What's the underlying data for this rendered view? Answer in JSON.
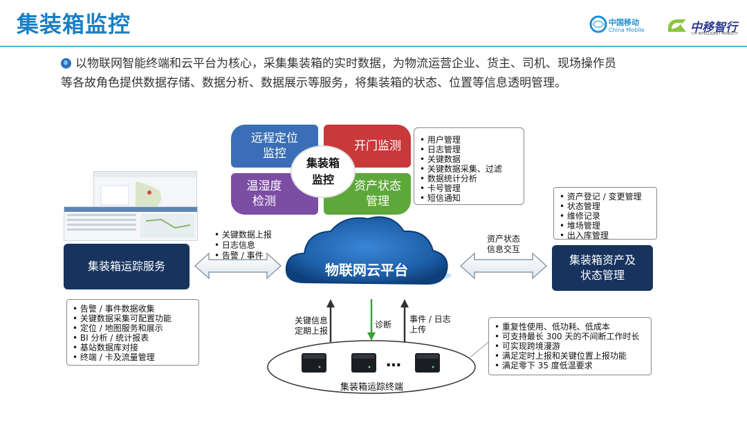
{
  "header": {
    "title": "集装箱监控",
    "logo_cmcc_cn": "中国移动",
    "logo_cmcc_en": "China Mobile",
    "logo_zx_cn": "中移智行",
    "logo_zx_en": "CM INTELLIGENT MOBILITY"
  },
  "intro": {
    "line1": "以物联网智能终端和云平台为核心，采集集装箱的实时数据，为物流运营企业、货主、司机、现场操作员",
    "line2": "等各故角色提供数据存储、数据分析、数据展示等服务，将集装箱的状态、位置等信息透明管理。"
  },
  "quadrants": {
    "q1": [
      "远程定位",
      "监控"
    ],
    "q2": "开门监测",
    "q3": [
      "温湿度",
      "检测"
    ],
    "q4": [
      "资产状态",
      "管理"
    ],
    "center": [
      "集装箱",
      "监控"
    ]
  },
  "platform_features": [
    "用户管理",
    "日志管理",
    "关键数据",
    "关键数据采集、过滤",
    "数据统计分析",
    "卡号管理",
    "短信通知"
  ],
  "asset_features": [
    "资产登记 / 变更管理",
    "状态管理",
    "维修记录",
    "堆场管理",
    "出入库管理"
  ],
  "tracking_service": {
    "label": "集装箱运踪服务",
    "features": [
      "告警 / 事件数据收集",
      "关键数据采集可配置功能",
      "定位 / 地图服务和展示",
      "BI 分析 / 统计报表",
      "基站数据库对接",
      "终端 / 卡及流量管理"
    ]
  },
  "asset_mgmt": {
    "label": [
      "集装箱资产及",
      "状态管理"
    ]
  },
  "cloud": {
    "label": "物联网云平台"
  },
  "left_arrow_labels": [
    "关键数据上报",
    "日志信息",
    "告警 / 事件"
  ],
  "right_arrow_labels": [
    "资产状态",
    "信息交互"
  ],
  "up_left_label": [
    "关键信息",
    "定期上报"
  ],
  "down_label": "诊断",
  "up_right_label": [
    "事件 / 日志",
    "上传"
  ],
  "terminals": {
    "label": "集装箱运踪终端",
    "ellipsis": "…"
  },
  "terminal_features": [
    "重复性使用、低功耗、低成本",
    "可支持最长 300 天的不间断工作时长",
    "可实现跨境漫游",
    "满足定时上报和关键位置上报功能",
    "满足零下 35 度低温要求"
  ],
  "colors": {
    "title": "#1a7fc4",
    "q1": "#3a6fb7",
    "q2": "#c8393c",
    "q3": "#7b4ea3",
    "q4": "#5ea83b",
    "navy": "#17335e",
    "cloud": "#1d5fa8"
  }
}
